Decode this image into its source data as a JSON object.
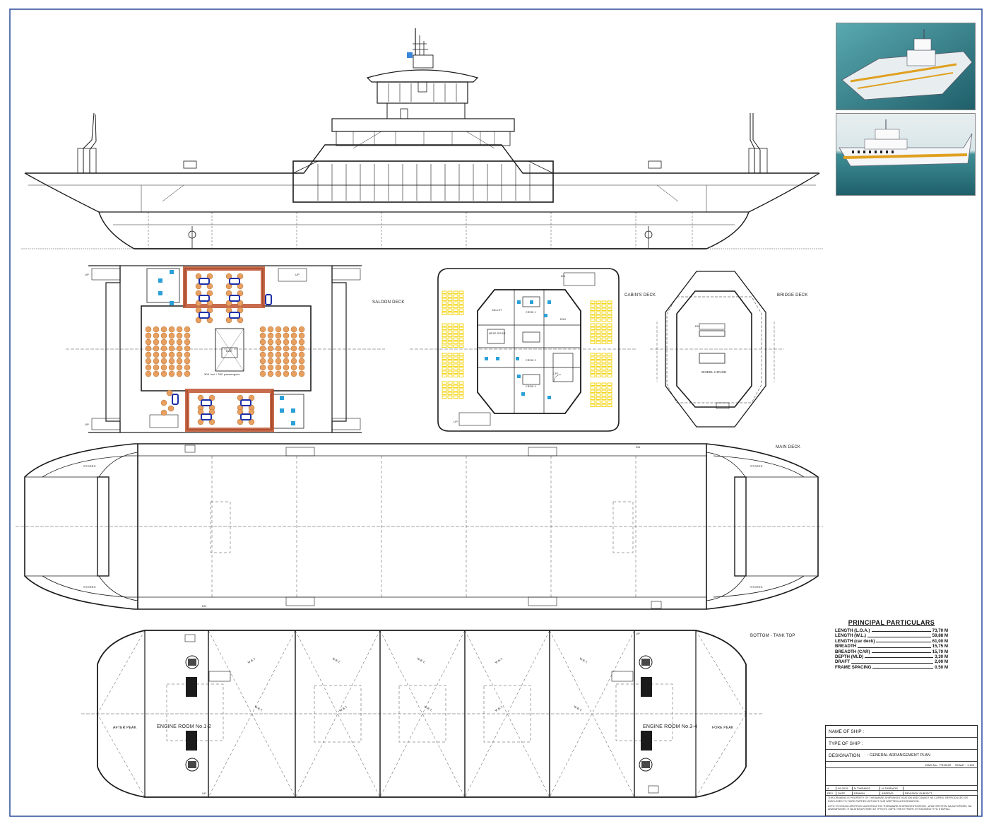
{
  "drawing": {
    "view_labels": {
      "saloon_deck": "SALOON DECK",
      "cabin_deck": "CABIN'S DECK",
      "bridge_deck": "BRIDGE DECK",
      "main_deck": "MAIN DECK",
      "bottom_tank_top": "BOTTOM - TANK TOP"
    },
    "room_labels": {
      "capacity": "300 incl./ 300 passengers",
      "bar": "BAR",
      "wheel_house": "WHEEL HOUSE",
      "crew1": "CREW 1",
      "crew2": "CREW 2",
      "crew3": "CREW 3",
      "mess_room": "MESS ROOM",
      "galley": "GALLEY",
      "eng": "ENG",
      "cpt": "CPT",
      "stores": "STORES",
      "after_peak": "AFTER PEAK",
      "fore_peak": "FORE PEAK",
      "engine_room_1": "ENGINE ROOM No.1-2",
      "engine_room_2": "ENGINE ROOM No.3-4",
      "ballast": "W.B.T.",
      "up": "UP",
      "dn": "DN"
    }
  },
  "principal_particulars": {
    "title": "PRINCIPAL PARTICULARS",
    "rows": [
      {
        "key": "LENGTH (L.O.A.)",
        "value": "73,70 M"
      },
      {
        "key": "LENGTH (W.L.)",
        "value": "59,88 M"
      },
      {
        "key": "LENGTH (car deck)",
        "value": "61,00 M"
      },
      {
        "key": "BREADTH",
        "value": "15,75 M"
      },
      {
        "key": "BREADTH (CAR)",
        "value": "15,70 M"
      },
      {
        "key": "DEPTH (MLD)",
        "value": "3,30 M"
      },
      {
        "key": "DRAFT",
        "value": "2,00 M"
      },
      {
        "key": "FRAME SPACING",
        "value": "0.50 M"
      }
    ]
  },
  "title_block": {
    "name_of_ship": "NAME OF SHIP :",
    "type_of_ship": "TYPE OF SHIP :",
    "designation_label": "DESIGNATION",
    "designation_value": ": GENERAL ARRANGEMENT PLAN",
    "dwg_no_label": "DWG No.:",
    "dwg_no": "PS15102",
    "scale_label": "SCALE :",
    "scale": "1:100",
    "rev_a": "A",
    "rev_date": "09.2015",
    "drawn": "N.THIRAIOS",
    "approved": "N.THIRAIOS",
    "headers": [
      "REV",
      "DATE",
      "DRAWN",
      "APPRVD.",
      "REVISION SUBJECT"
    ],
    "disclaimer_en": "THIS DRAWING IS PROPERTY OF THIRAMARE-SHIPSINVESTIGATION AND CANNOT BE COPIED, REPRODUCED OR DISCLOSED TO THIRD PARTIES WITHOUT OUR WRITTEN AUTHORIZATION.",
    "disclaimer_gr": "ΑΥΤΟ ΤΟ ΣΧΕΔΙΟ ΑΠΟΤΕΛΕΙ ΙΔΙΟΚΤΗΣΙΑ ΤΗΣ THIRAMARE-SHIPSINVESTIGATION , ΑΠΑΓΟΡΕΥΕΤΑΙ ΝΑ ΑΝΤΙΓΡΑΦΕΙ, ΝΑ ΑΝΑΠΑΡΑΧΘΕΙ, Η ΝΑ ΑΠΟΚΑΛΥΦΘΕΙ ΣΕ ΤΡΙΤΟΥΣ ΧΩΡΙΣ ΤΗΝ ΕΓΓΡΑΦΗ ΣΥΓΚΑΤΑΘΕΣΗ ΤΗΣ ΕΤΑΙΡΙΑΣ."
  },
  "colors": {
    "line": "#1a1a1a",
    "sheet_border": "#2a4a9a",
    "carpet": "#c0522e",
    "seat": "#e8a060",
    "table": "#1c2fa8",
    "cabin_seat": "#f2d200",
    "sanitary": "#2aa0d8",
    "render_sea": "#2d7b86",
    "render_stripe": "#e0a020"
  }
}
